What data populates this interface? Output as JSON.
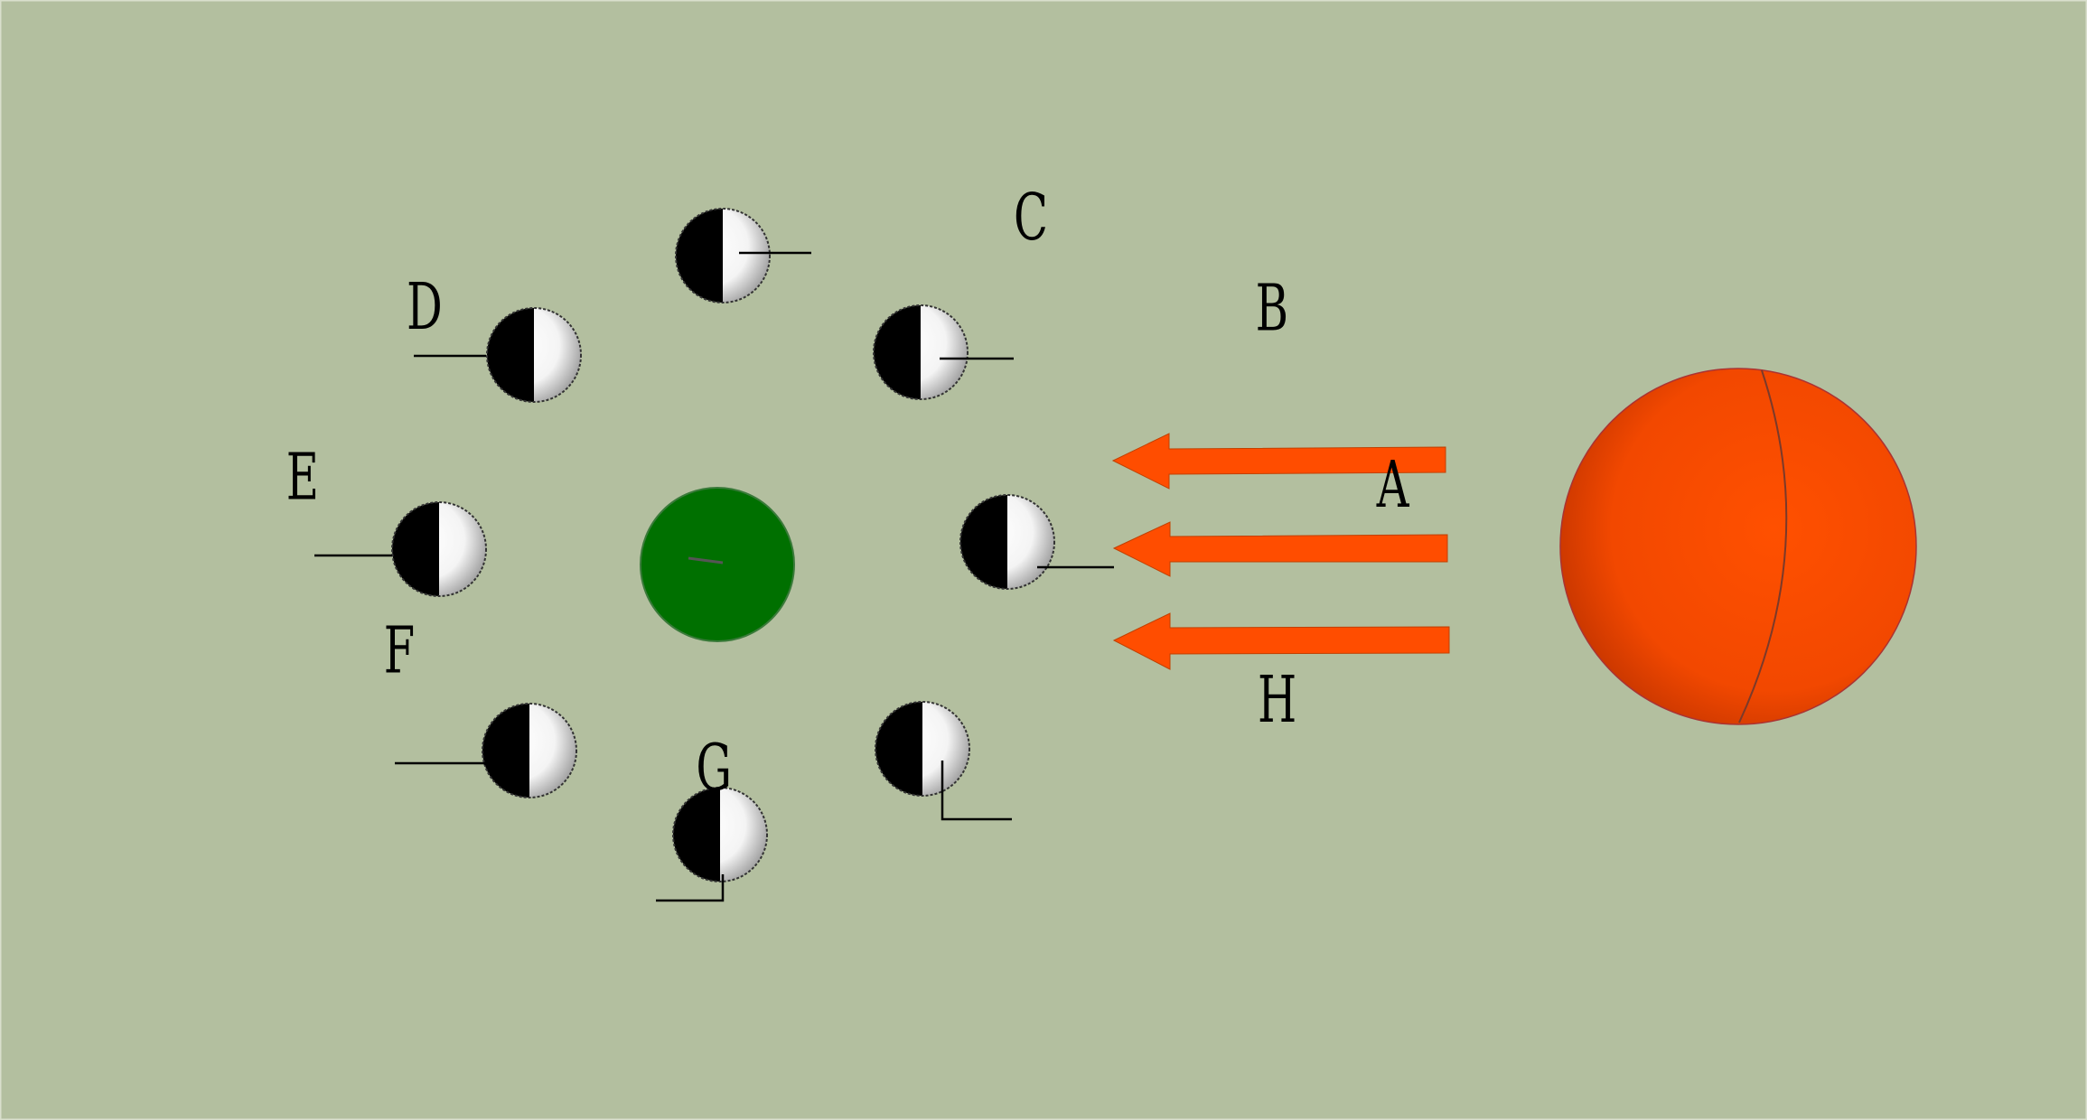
{
  "diagram": {
    "moons": [
      {
        "label": "A"
      },
      {
        "label": "B"
      },
      {
        "label": "C"
      },
      {
        "label": "D"
      },
      {
        "label": "E"
      },
      {
        "label": "F"
      },
      {
        "label": "G"
      },
      {
        "label": "H"
      }
    ],
    "colors": {
      "background": "#b3bf9f",
      "earth": "#007000",
      "sun": "#ff4a00",
      "arrow": "#ff4d00",
      "moon_dark": "#000000",
      "moon_light": "#ffffff"
    }
  }
}
